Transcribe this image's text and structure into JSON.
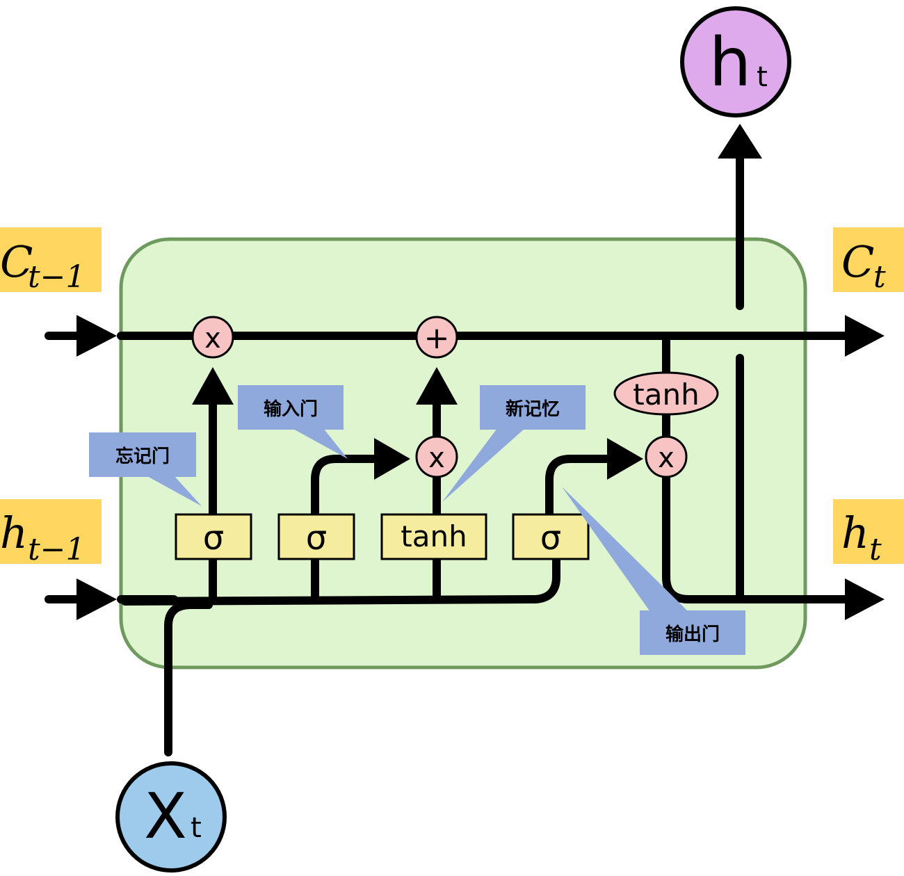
{
  "colors": {
    "cell_fill": "#dff5cf",
    "cell_stroke": "#6f9a5e",
    "op_fill": "#f7c3c3",
    "gate_fill": "#f6ec9d",
    "label_bg": "#ffd660",
    "callout_bg": "#8fa9dc",
    "output_fill": "#deaaeb",
    "input_fill": "#9ecaec"
  },
  "labels": {
    "c_prev": {
      "base": "C",
      "sub": "t−1"
    },
    "h_prev": {
      "base": "h",
      "sub": "t−1"
    },
    "c_next": {
      "base": "C",
      "sub": "t"
    },
    "h_next": {
      "base": "h",
      "sub": "t"
    }
  },
  "nodes": {
    "output": {
      "base": "h",
      "sub": "t"
    },
    "input": {
      "base": "X",
      "sub": "t"
    }
  },
  "ops": {
    "forget_mult": "x",
    "add": "+",
    "input_mult": "x",
    "output_mult": "x"
  },
  "gates": {
    "forget": "σ",
    "input": "σ",
    "candidate": "tanh",
    "output": "σ",
    "cell_tanh": "tanh"
  },
  "callouts": {
    "forget_gate": "忘记门",
    "input_gate": "输入门",
    "new_memory": "新记忆",
    "output_gate": "输出门"
  }
}
